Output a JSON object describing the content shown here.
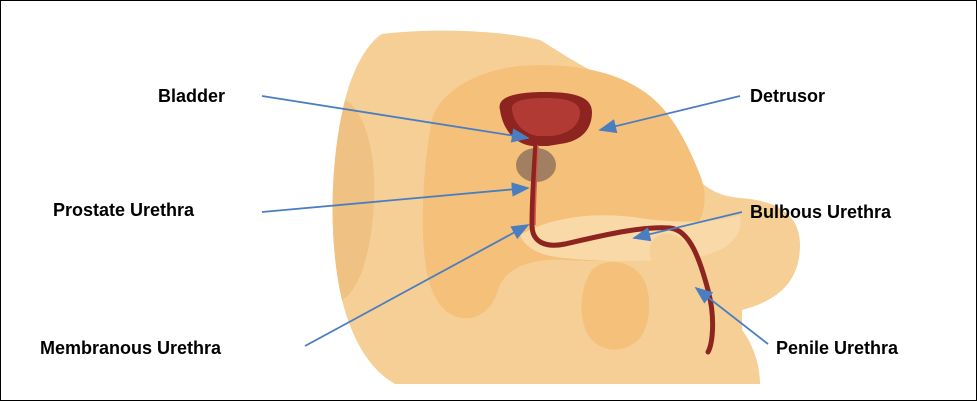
{
  "labels": {
    "bladder": "Bladder",
    "detrusor": "Detrusor",
    "prostate_urethra": "Prostate Urethra",
    "bulbous_urethra": "Bulbous Urethra",
    "membranous_urethra": "Membranous Urethra",
    "penile_urethra": "Penile Urethra"
  },
  "colors": {
    "skin_outer": "#F5CF96",
    "skin_inner": "#F9D9A8",
    "pelvic_area": "#F4C07A",
    "bladder_dark": "#8E2420",
    "bladder_light": "#B23A34",
    "prostate": "#A08060",
    "urethra": "#8E2420",
    "arrow": "#4A7EC0",
    "border": "#000000"
  }
}
